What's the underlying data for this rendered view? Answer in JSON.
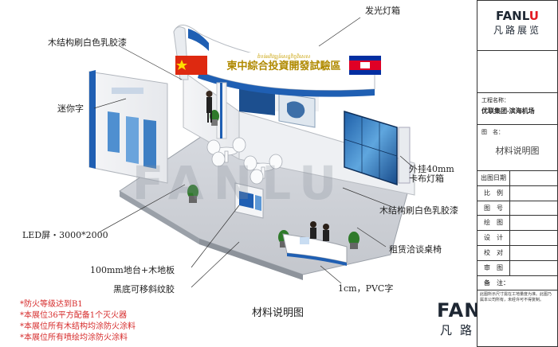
{
  "annotations": {
    "lightbox": "发光灯箱",
    "wood_paint_top": "木结构刷白色乳胶漆",
    "mini_text": "迷你字",
    "hanging_box": "外挂40mm\n卡布灯箱",
    "wood_paint_right": "木结构刷白色乳胶漆",
    "led_screen": "LED屏・3000*2000",
    "rental_chairs": "租赁洽谈桌椅",
    "floor": "100mm地台+木地板",
    "floor_vinyl": "黑底可移斜纹胶",
    "pvc_text": "1cm，PVC字"
  },
  "booth": {
    "banner_title": "柬中綜合投資開發試驗區",
    "banner_khmer": "តំបន់អភិវឌ្ឍន៍សេដ្ឋកិច្ចពិសេស"
  },
  "notes": [
    "*防火等级达到B1",
    "*本展位36平方配备1个灭火器",
    "*本展位所有木结构均涂防火涂料",
    "*本展位所有喷绘均涂防火涂料"
  ],
  "caption": "材料说明图",
  "brand": {
    "word_before": "FANL",
    "word_accent": "U",
    "chinese": "凡路展览"
  },
  "title_block": {
    "project_label": "工程名称：",
    "project_value": "优联集团-滨海机场",
    "drawing_label": "图　名：",
    "drawing_value": "材料说明图",
    "rows": [
      "出图日期",
      "比　例",
      "图　号",
      "绘　图",
      "设　计",
      "校　对",
      "审　图"
    ],
    "remarks_label": "备　注：",
    "remarks_text": "此图所示尺寸需在工地量度为准。此图乃属本公司所有，未经许可不得复制。"
  },
  "colors": {
    "note_red": "#d62a2a",
    "booth_blue": "#1f5fb3",
    "accent_red": "#e31b23"
  }
}
